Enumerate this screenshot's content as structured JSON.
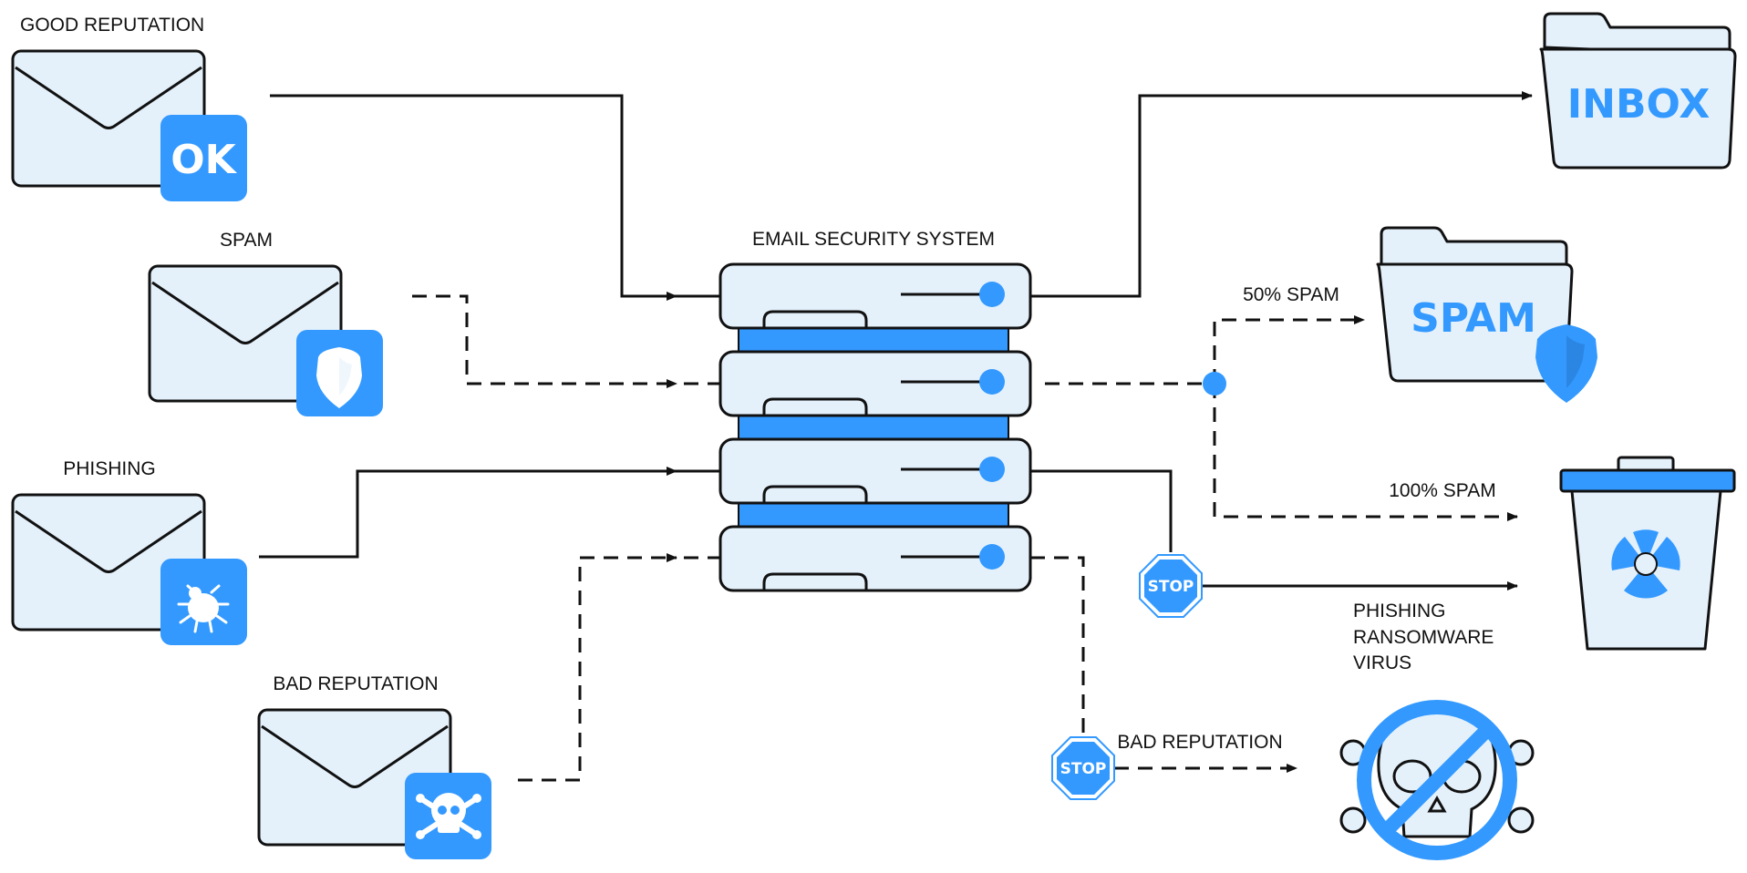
{
  "colors": {
    "accent": "#3399ff",
    "fill_light": "#e4f1fb",
    "stroke": "#111111"
  },
  "sources": {
    "good_reputation": {
      "label": "GOOD REPUTATION",
      "badge": "OK"
    },
    "spam": {
      "label": "SPAM",
      "badge_icon": "shield-icon"
    },
    "phishing": {
      "label": "PHISHING",
      "badge_icon": "bug-icon"
    },
    "bad_reputation": {
      "label": "BAD REPUTATION",
      "badge_icon": "skull-crossbones-icon"
    }
  },
  "system": {
    "title": "EMAIL SECURITY SYSTEM",
    "icon": "server-stack-icon"
  },
  "routing": {
    "spam_50": "50% SPAM",
    "spam_100": "100% SPAM",
    "stop_label": "STOP",
    "threats": [
      "PHISHING",
      "RANSOMWARE",
      "VIRUS"
    ],
    "bad_reputation": "BAD REPUTATION"
  },
  "destinations": {
    "inbox": {
      "label": "INBOX",
      "icon": "folder-icon"
    },
    "spam_folder": {
      "label": "SPAM",
      "icon": "folder-icon"
    },
    "trash": {
      "icon": "trash-biohazard-icon"
    },
    "blocked": {
      "icon": "skull-prohibited-icon"
    }
  }
}
